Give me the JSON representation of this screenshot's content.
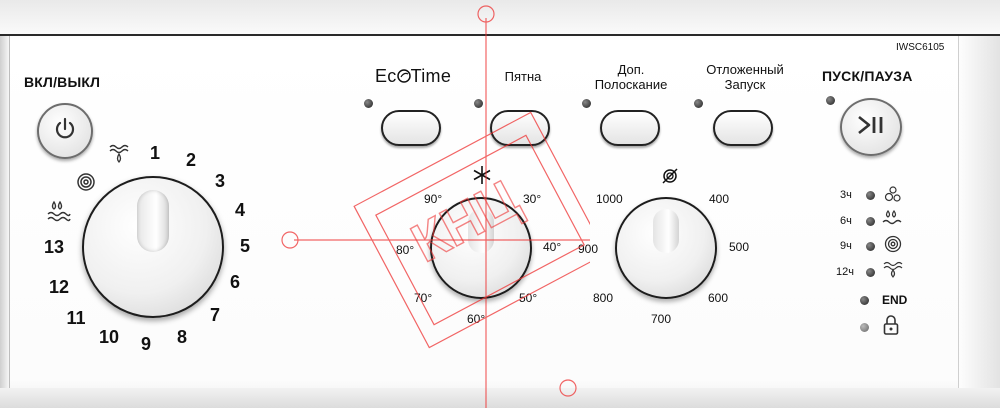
{
  "model": "IWSC6105",
  "power": {
    "label": "ВКЛ/ВЫКЛ",
    "icon": "power-icon"
  },
  "start": {
    "label": "ПУСК/ПАУЗА",
    "icon": "play-pause-icon"
  },
  "option_buttons": [
    {
      "label": "EcoTime",
      "label_parts": [
        "Ec",
        "Time"
      ]
    },
    {
      "label": "Пятна"
    },
    {
      "label": "Доп. Полоскание",
      "line1": "Доп.",
      "line2": "Полоскание"
    },
    {
      "label": "Отложенный Запуск",
      "line1": "Отложенный",
      "line2": "Запуск"
    }
  ],
  "program_knob": {
    "numbers": [
      "1",
      "2",
      "3",
      "4",
      "5",
      "6",
      "7",
      "8",
      "9",
      "10",
      "11",
      "12",
      "13"
    ],
    "icons": [
      "rinse-icon",
      "spin-icon",
      "drain-icon"
    ]
  },
  "temperature_dial": {
    "icon": "snowflake-icon",
    "labels": [
      "90°",
      "30°",
      "40°",
      "50°",
      "60°",
      "70°",
      "80°"
    ]
  },
  "spin_dial": {
    "icon": "no-spin-icon",
    "labels": [
      "1000",
      "400",
      "500",
      "600",
      "700",
      "800",
      "900"
    ]
  },
  "status_indicators": [
    {
      "label": "3ч",
      "icon": "wash-bubbles-icon"
    },
    {
      "label": "6ч",
      "icon": "rinse-icon"
    },
    {
      "label": "9ч",
      "icon": "spin-icon"
    },
    {
      "label": "12ч",
      "icon": "drain-icon"
    },
    {
      "label": "END"
    },
    {
      "icon": "lock-icon"
    }
  ],
  "watermark": "КНЦ"
}
